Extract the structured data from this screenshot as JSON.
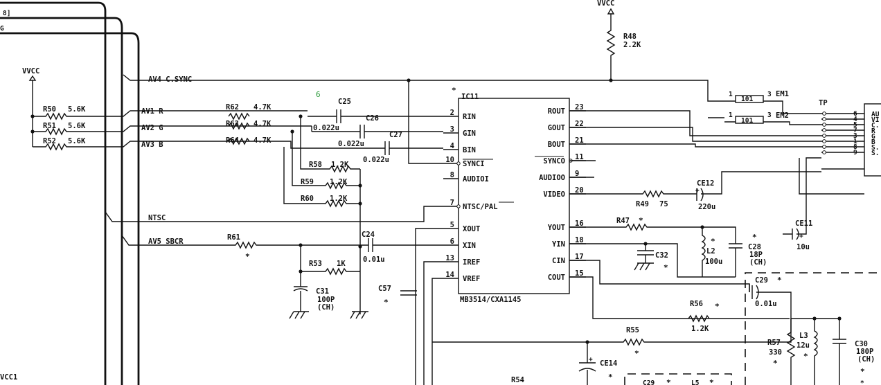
{
  "ic": {
    "ref": "IC11",
    "part": "MB3514/CXA1145",
    "left_pins": [
      {
        "num": "2",
        "name": "RIN"
      },
      {
        "num": "3",
        "name": "GIN"
      },
      {
        "num": "4",
        "name": "BIN"
      },
      {
        "num": "10",
        "name": "SYNCI"
      },
      {
        "num": "8",
        "name": "AUDIOI"
      },
      {
        "num": "7",
        "name": "NTSC/PAL"
      },
      {
        "num": "5",
        "name": "XOUT"
      },
      {
        "num": "6",
        "name": "XIN"
      },
      {
        "num": "13",
        "name": "IREF"
      },
      {
        "num": "14",
        "name": "VREF"
      }
    ],
    "right_pins": [
      {
        "num": "23",
        "name": "ROUT"
      },
      {
        "num": "22",
        "name": "GOUT"
      },
      {
        "num": "21",
        "name": "BOUT"
      },
      {
        "num": "11",
        "name": "SYNCO"
      },
      {
        "num": "9",
        "name": "AUDIOO"
      },
      {
        "num": "20",
        "name": "VIDEO"
      },
      {
        "num": "16",
        "name": "YOUT"
      },
      {
        "num": "18",
        "name": "YIN"
      },
      {
        "num": "17",
        "name": "CIN"
      },
      {
        "num": "15",
        "name": "COUT"
      }
    ]
  },
  "nets": {
    "vvcc_left": "VVCC",
    "vvcc_top": "VVCC",
    "av4": "AV4 C.SYNC",
    "av1": "AV1 R",
    "av2": "AV2 G",
    "av3": "AV3 B",
    "ntsc": "NTSC",
    "av5": "AV5 SBCR",
    "vcc1": "VCC1",
    "tp": "TP",
    "top_frag1": "8]",
    "top_frag2": "G"
  },
  "parts": {
    "R48": {
      "ref": "R48",
      "val": "2.2K"
    },
    "R50": {
      "ref": "R50",
      "val": "5.6K"
    },
    "R51": {
      "ref": "R51",
      "val": "5.6K"
    },
    "R52": {
      "ref": "R52",
      "val": "5.6K"
    },
    "R62": {
      "ref": "R62",
      "val": "4.7K"
    },
    "R63": {
      "ref": "R63",
      "val": "4.7K"
    },
    "R64": {
      "ref": "R64",
      "val": "4.7K"
    },
    "C25": {
      "ref": "C25",
      "val": "0.022u"
    },
    "C26": {
      "ref": "C26",
      "val": "0.022u"
    },
    "C27": {
      "ref": "C27",
      "val": "0.022u"
    },
    "R58": {
      "ref": "R58",
      "val": "1.2K"
    },
    "R59": {
      "ref": "R59",
      "val": "1.2K"
    },
    "R60": {
      "ref": "R60",
      "val": "1.2K"
    },
    "R61": {
      "ref": "R61",
      "val": "*"
    },
    "C24": {
      "ref": "C24",
      "val": "0.01u"
    },
    "R53": {
      "ref": "R53",
      "val": "1K"
    },
    "C31": {
      "ref": "C31",
      "val": "100P",
      "note": "(CH)"
    },
    "C57": {
      "ref": "C57",
      "val": "*"
    },
    "R49": {
      "ref": "R49",
      "val": "75"
    },
    "CE12": {
      "ref": "CE12",
      "val": "220u"
    },
    "R47": {
      "ref": "R47",
      "val": "*"
    },
    "C32": {
      "ref": "C32",
      "val": "*"
    },
    "L2": {
      "ref": "L2",
      "val": "100u",
      "star": "*"
    },
    "C28": {
      "ref": "C28",
      "val": "18P",
      "note": "(CH)",
      "star": "*"
    },
    "CE11": {
      "ref": "CE11",
      "val": "10u"
    },
    "C29": {
      "ref": "C29",
      "val": "0.01u",
      "star": "*"
    },
    "R56": {
      "ref": "R56",
      "val": "1.2K",
      "star": "*"
    },
    "R55": {
      "ref": "R55",
      "val": "*"
    },
    "R57": {
      "ref": "R57",
      "val": "330",
      "star": "*"
    },
    "L3": {
      "ref": "L3",
      "val": "12u",
      "star": "*"
    },
    "C30": {
      "ref": "C30",
      "val": "180P",
      "note": "(CH)",
      "star": "*"
    },
    "CE14": {
      "ref": "CE14",
      "val": "*"
    },
    "R54": {
      "ref": "R54"
    },
    "EM1": {
      "ref": "EM1",
      "val": "101",
      "p1": "1",
      "p3": "3"
    },
    "EM2": {
      "ref": "EM2",
      "val": "101",
      "p1": "1",
      "p3": "3"
    },
    "C29b": {
      "ref": "C29",
      "star": "*"
    },
    "L5": {
      "ref": "L5",
      "star": "*"
    }
  },
  "connector": {
    "pins": [
      "6",
      "4",
      "5",
      "7",
      "3",
      "1",
      "8",
      "9"
    ],
    "labels": [
      "AU",
      "VI",
      "C.",
      "R",
      "G",
      "B",
      "S.",
      "S."
    ]
  },
  "star": "*",
  "plus": "+",
  "mark": "6"
}
